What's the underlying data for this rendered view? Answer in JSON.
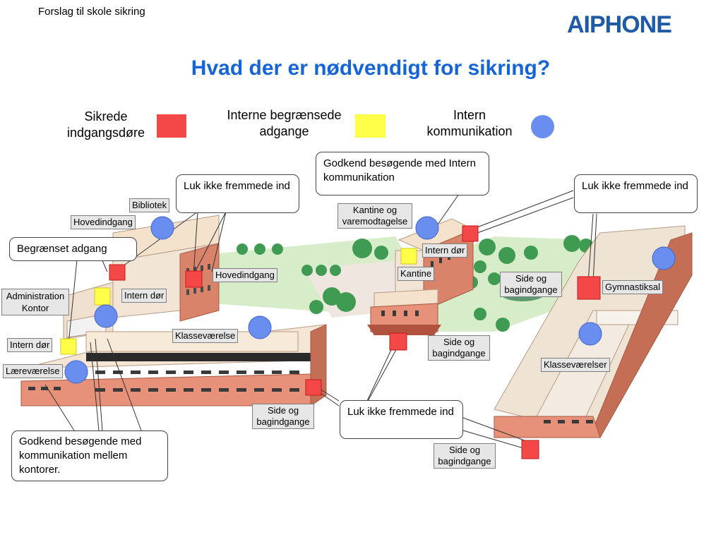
{
  "header": {
    "subtitle": "Forslag til skole sikring",
    "logo": "AIPHONE"
  },
  "title": "Hvad der er nødvendigt for sikring?",
  "legend": [
    {
      "label": "Sikrede indgangsdøre",
      "color": "#f44848",
      "shape": "square"
    },
    {
      "label": "Interne begrænsede adgange",
      "color": "#ffff4a",
      "shape": "square"
    },
    {
      "label": "Intern kommunikation",
      "color": "#6a8ef0",
      "shape": "circle"
    }
  ],
  "rooms": {
    "bibliotek": "Bibliotek",
    "hovedindgang_1": "Hovedindgang",
    "hovedindgang_2": "Hovedindgang",
    "administration": "Administration Kontor",
    "intern_dor_1": "Intern dør",
    "intern_dor_2": "Intern dør",
    "intern_dor_3": "Intern dør",
    "klassevaerelse": "Klasseværelse",
    "laerevaerelse": "Læreværelse",
    "kantine_og_varemodtagelse": "Kantine og varemodtagelse",
    "kantine": "Kantine",
    "side_bag_1": "Side og bagindgange",
    "side_bag_2": "Side og bagindgange",
    "side_bag_3": "Side og bagindgange",
    "side_bag_4": "Side og bagindgange",
    "gymnastiksal": "Gymnastiksal",
    "klassevaerelser": "Klasseværelser"
  },
  "callouts": {
    "luk_left": "Luk ikke fremmede ind",
    "luk_right": "Luk ikke fremmede ind",
    "luk_bottom": "Luk ikke fremmede ind",
    "begraenset": "Begrænset adgang",
    "godkend_intern": "Godkend besøgende med Intern kommunikation",
    "godkend_kontorer": "Godkend besøgende med kommunikation mellem kontorer."
  },
  "colors": {
    "entrance": "#f44848",
    "restricted": "#ffff4a",
    "intercom": "#6a8ef0",
    "title": "#1565d8",
    "logo": "#1f5aa6"
  }
}
